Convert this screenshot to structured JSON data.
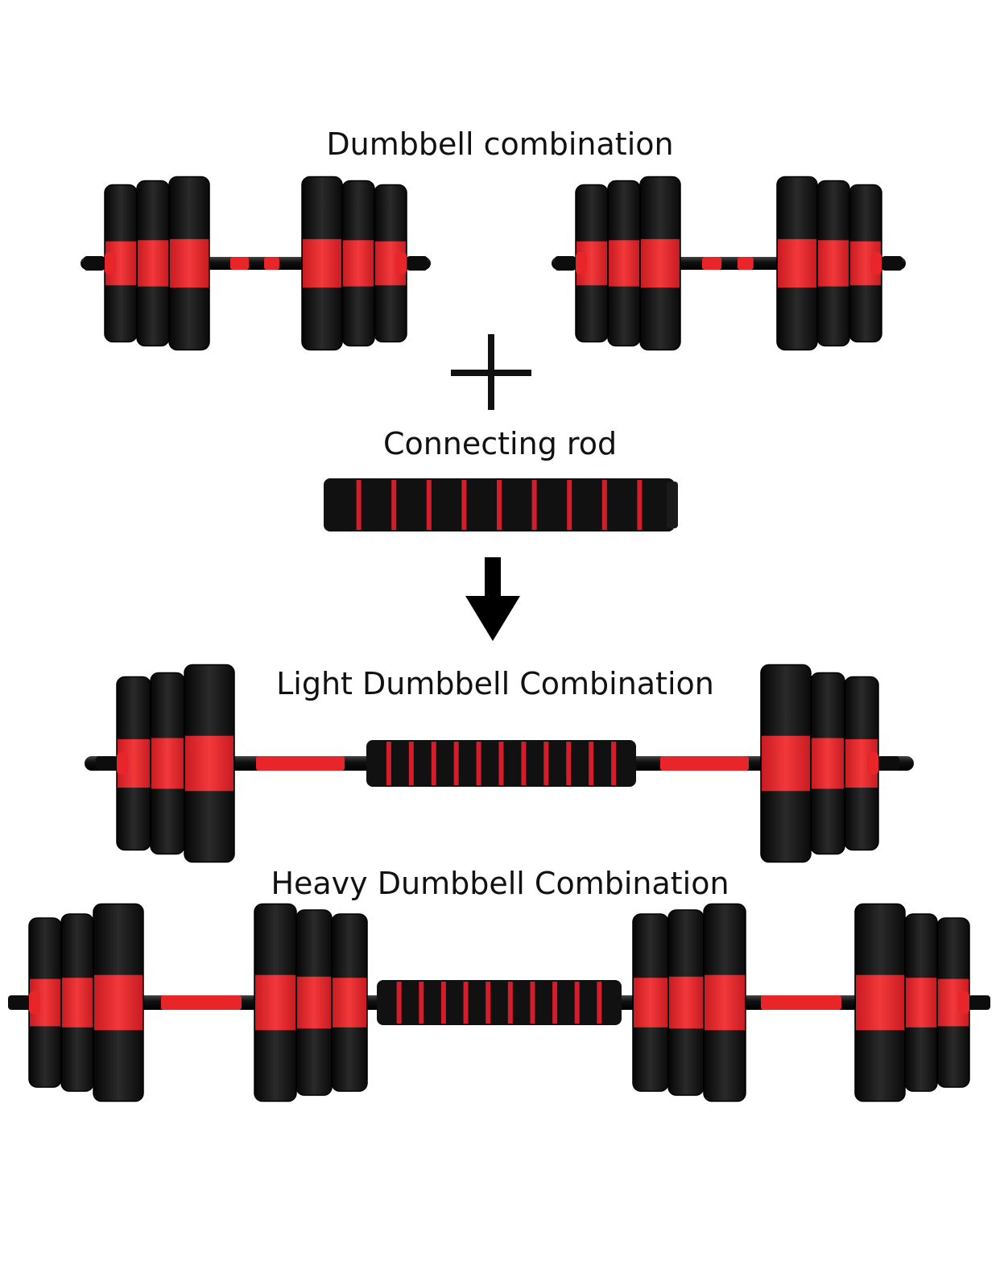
{
  "labels": {
    "dumbbell_combination": "Dumbbell combination",
    "connecting_rod": "Connecting rod",
    "light_combination": "Light Dumbbell Combination",
    "heavy_combination": "Heavy Dumbbell Combination"
  },
  "icons": {
    "plus": "plus-icon",
    "arrow": "arrow-down-icon"
  },
  "colors": {
    "plate_black": "#141414",
    "plate_red": "#e8262a",
    "foam_red": "#d31d2b",
    "background": "#ffffff",
    "text": "#111111"
  }
}
